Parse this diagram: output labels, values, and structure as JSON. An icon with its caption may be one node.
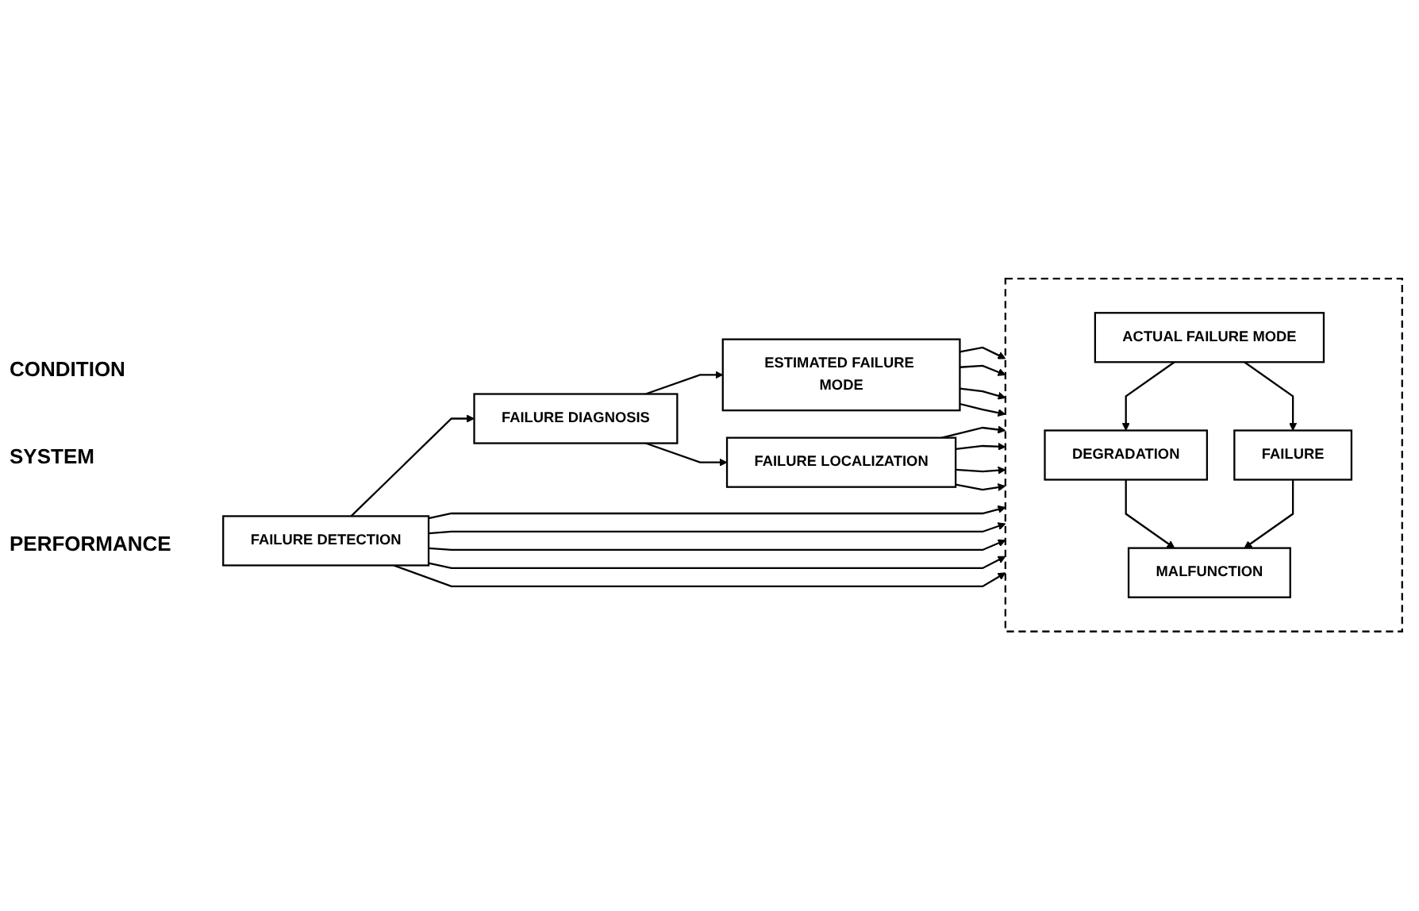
{
  "diagram": {
    "nodes": [
      {
        "text": [
          "ESTIMATED FAILURE MODE"
        ]
      },
      {
        "text": [],
        "shape": "box"
      },
      {
        "text": [
          "ACTUAL FAILURE MODE"
        ],
        "in": 1
      },
      {
        "text": [
          "DEGRADATION"
        ],
        "in": 1
      },
      {
        "text": [
          "FAILURE"
        ],
        "in": 1
      },
      {
        "text": [
          "MALFUNCTION"
        ],
        "in": 1
      },
      {
        "text": [
          "FAILURE LOCALIZATION"
        ]
      },
      {
        "text": [
          "FAILURE DIAGNOSIS"
        ]
      },
      {
        "text": [
          "FAILURE DETECTION"
        ]
      }
    ],
    "edges": [
      {
        "from": 0,
        "to": 1,
        "arrow": "to"
      },
      {
        "from": 0,
        "to": 1,
        "arrow": "to"
      },
      {
        "from": 0,
        "to": 1,
        "arrow": "to"
      },
      {
        "from": 0,
        "to": 1,
        "arrow": "to"
      },
      {
        "from": 2,
        "to": 3,
        "arrow": "to"
      },
      {
        "from": 2,
        "to": 4,
        "arrow": "to"
      },
      {
        "from": 3,
        "to": 5,
        "arrow": "to"
      },
      {
        "from": 4,
        "to": 5,
        "arrow": "to"
      },
      {
        "from": 6,
        "to": 1,
        "arrow": "to"
      },
      {
        "from": 6,
        "to": 1,
        "arrow": "to"
      },
      {
        "from": 6,
        "to": 1,
        "arrow": "to"
      },
      {
        "from": 6,
        "to": 1,
        "arrow": "to"
      },
      {
        "from": 7,
        "to": 6,
        "arrow": "to"
      },
      {
        "from": 7,
        "to": 0,
        "arrow": "to"
      },
      {
        "from": 8,
        "to": 1,
        "arrow": "to"
      },
      {
        "from": 8,
        "to": 1,
        "arrow": "to"
      },
      {
        "from": 8,
        "to": 1,
        "arrow": "to"
      },
      {
        "from": 8,
        "to": 1,
        "arrow": "to"
      },
      {
        "from": 8,
        "to": 1,
        "arrow": "to"
      },
      {
        "from": 8,
        "to": 7,
        "arrow": "to"
      }
    ],
    "labels": [
      "CONDITION",
      "SYSTEM",
      "PERFORMANCE"
    ]
  }
}
